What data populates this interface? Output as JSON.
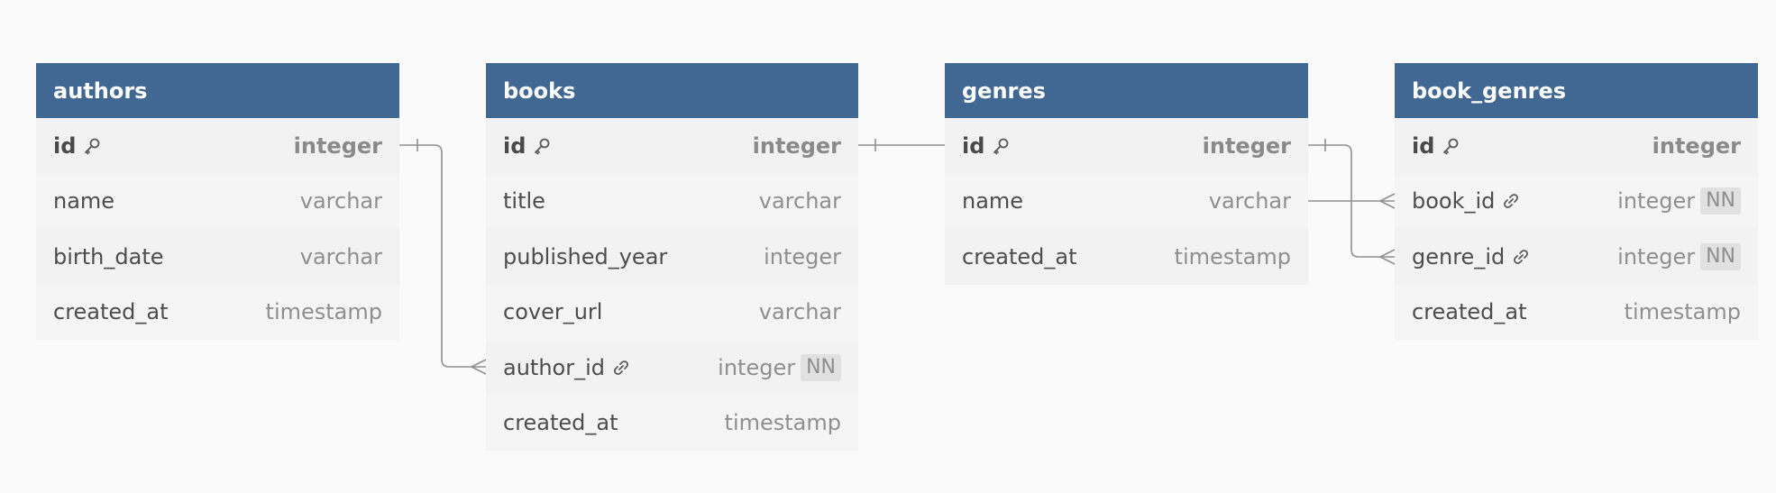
{
  "tables": [
    {
      "name": "authors",
      "columns": [
        {
          "name": "id",
          "type": "integer",
          "pk": true
        },
        {
          "name": "name",
          "type": "varchar"
        },
        {
          "name": "birth_date",
          "type": "varchar"
        },
        {
          "name": "created_at",
          "type": "timestamp"
        }
      ]
    },
    {
      "name": "books",
      "columns": [
        {
          "name": "id",
          "type": "integer",
          "pk": true
        },
        {
          "name": "title",
          "type": "varchar"
        },
        {
          "name": "published_year",
          "type": "integer"
        },
        {
          "name": "cover_url",
          "type": "varchar"
        },
        {
          "name": "author_id",
          "type": "integer",
          "fk": true,
          "badge": "NN"
        },
        {
          "name": "created_at",
          "type": "timestamp"
        }
      ]
    },
    {
      "name": "genres",
      "columns": [
        {
          "name": "id",
          "type": "integer",
          "pk": true
        },
        {
          "name": "name",
          "type": "varchar"
        },
        {
          "name": "created_at",
          "type": "timestamp"
        }
      ]
    },
    {
      "name": "book_genres",
      "columns": [
        {
          "name": "id",
          "type": "integer",
          "pk": true
        },
        {
          "name": "book_id",
          "type": "integer",
          "fk": true,
          "badge": "NN"
        },
        {
          "name": "genre_id",
          "type": "integer",
          "fk": true,
          "badge": "NN"
        },
        {
          "name": "created_at",
          "type": "timestamp"
        }
      ]
    }
  ],
  "relationships": [
    {
      "from": "authors.id",
      "to": "books.author_id",
      "from_card": "one",
      "to_card": "many"
    },
    {
      "from": "books.id",
      "to": "genres.id",
      "from_card": "one",
      "to_card": "one"
    },
    {
      "from": "genres.name",
      "to": "book_genres.book_id",
      "from_card": "none",
      "to_card": "many"
    },
    {
      "from": "genres.id",
      "to": "book_genres.genre_id",
      "from_card": "one",
      "to_card": "many"
    }
  ],
  "colors": {
    "header": "#416892",
    "header_text": "#ffffff",
    "row_bg": "#f2f2f2",
    "line": "#8f8f8f"
  }
}
